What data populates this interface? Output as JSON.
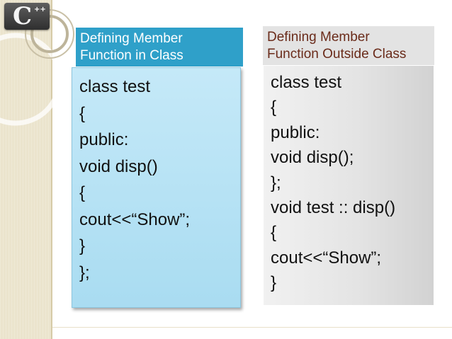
{
  "logo": {
    "letter": "C",
    "superscript": "++"
  },
  "left_box": {
    "header_lines": [
      "Defining Member",
      "Function in Class"
    ],
    "code_lines": [
      "class test",
      "{",
      "public:",
      "void disp()",
      "{",
      "cout<<“Show”;",
      "}",
      "};"
    ]
  },
  "right_box": {
    "header_lines": [
      "Defining Member",
      "Function Outside Class"
    ],
    "code_lines": [
      "class test",
      "{",
      "public:",
      "void disp();",
      "};",
      "void test :: disp()",
      "{",
      "cout<<“Show”;",
      "}"
    ]
  },
  "colors": {
    "left_header_bg": "#2fa0c9",
    "left_panel_bg": "#b7e2f4",
    "right_header_text": "#6a2b1a",
    "right_panel_bg": "#e4e4e4",
    "sidebar_bg": "#ebe4cd"
  }
}
